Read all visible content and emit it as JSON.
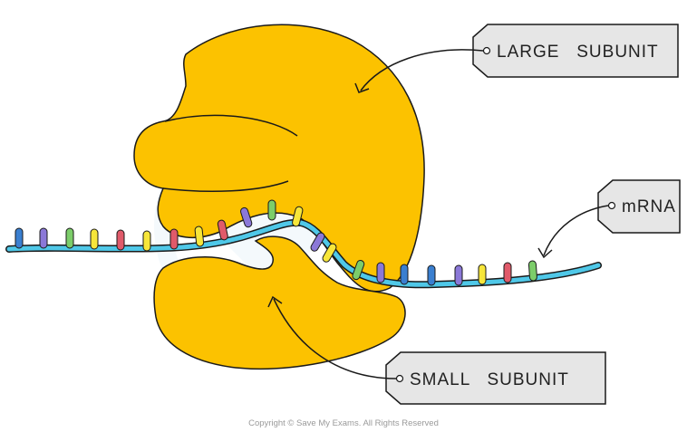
{
  "labels": {
    "large_subunit": "LARGE   SUBUNIT",
    "mrna": "mRNA",
    "small_subunit": "SMALL   SUBUNIT"
  },
  "copyright": "Copyright © Save My Exams. All Rights Reserved",
  "colors": {
    "ribosome": "#fcc200",
    "mrna_strand": "#4fc8e8",
    "tag_fill": "#e6e6e6",
    "outline": "#1a1a1a",
    "base_blue": "#3a7fd0",
    "base_purple": "#8b78d8",
    "base_green": "#7ccd6a",
    "base_yellow": "#f7e63a",
    "base_red": "#e05a6a"
  },
  "codon_bases": [
    "blue",
    "purple",
    "green",
    "yellow",
    "red",
    "yellow",
    "red",
    "yellow",
    "red",
    "purple",
    "green",
    "yellow",
    "purple",
    "yellow",
    "green",
    "purple",
    "blue",
    "blue",
    "purple",
    "yellow",
    "red",
    "green"
  ]
}
